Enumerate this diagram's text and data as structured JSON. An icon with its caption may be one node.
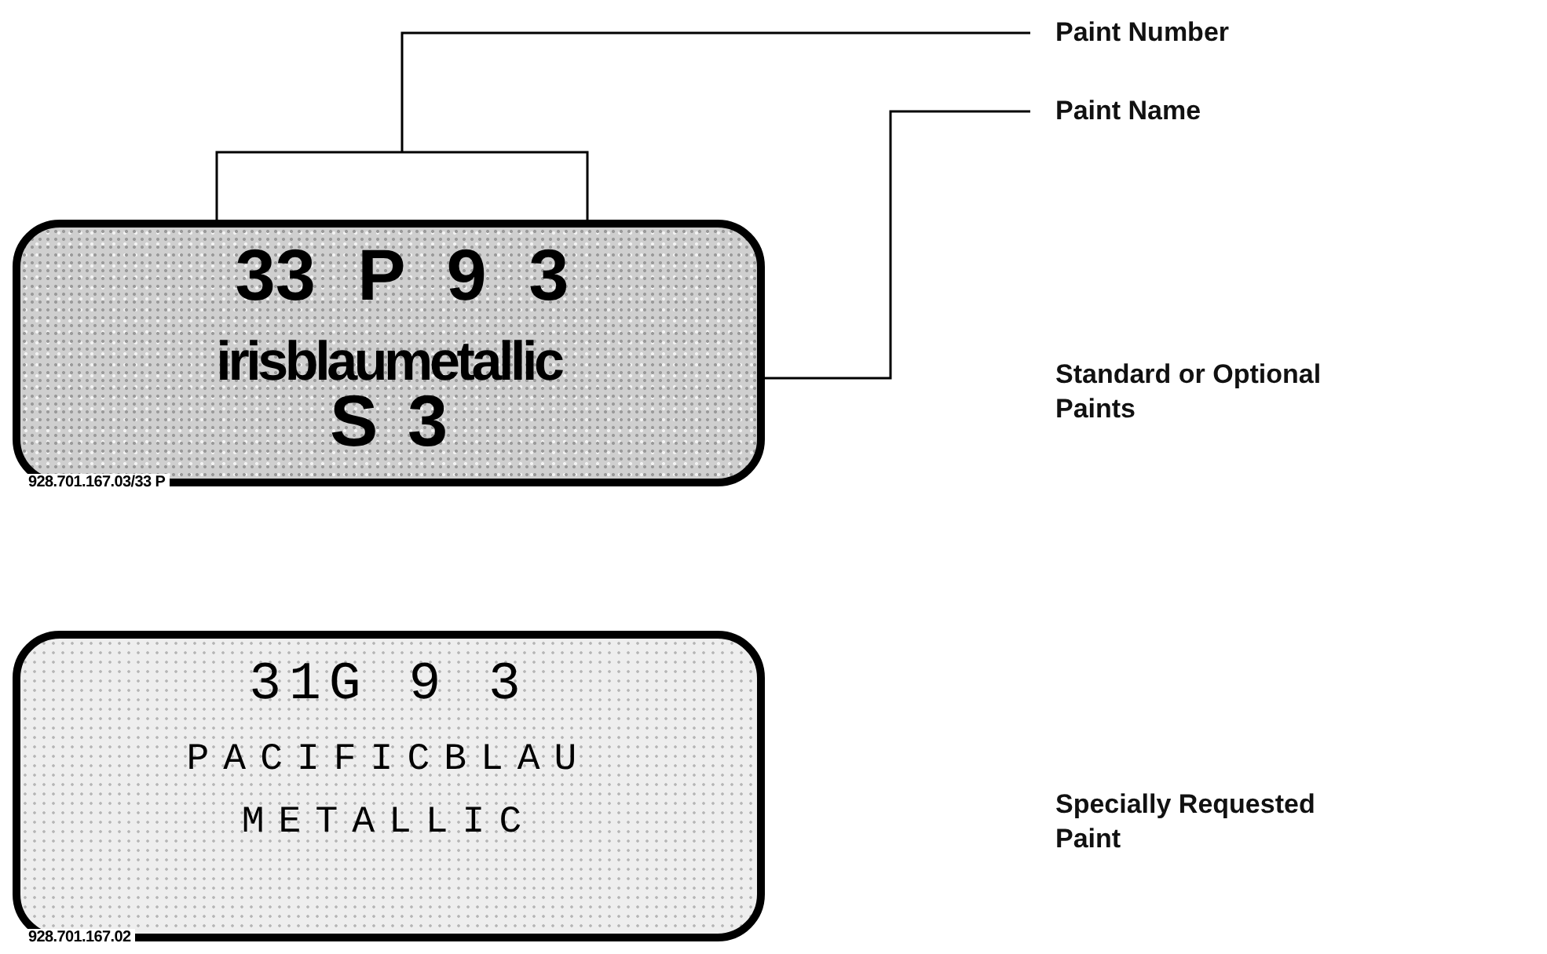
{
  "diagram": {
    "nodes": [
      {
        "text": [
          "Paint Number"
        ]
      },
      {
        "text": [
          "Paint Name"
        ]
      },
      {
        "text": [
          "irisblaumetallic",
          "S 3",
          "928.701.167.03/33 P"
        ]
      },
      {
        "text": [
          "33 P 9 3"
        ],
        "in": 2
      },
      {
        "text": [
          "31G 9 3",
          "PACIFICBLAU METALLIC",
          "928.701.167.02"
        ]
      }
    ],
    "labels": [
      "Standard or Optional Paints",
      "Specially Requested Paint"
    ],
    "edges": [
      {
        "from": 0,
        "to": 3,
        "arrow": "none"
      },
      {
        "from": 1,
        "to": 2,
        "arrow": "none"
      }
    ]
  }
}
